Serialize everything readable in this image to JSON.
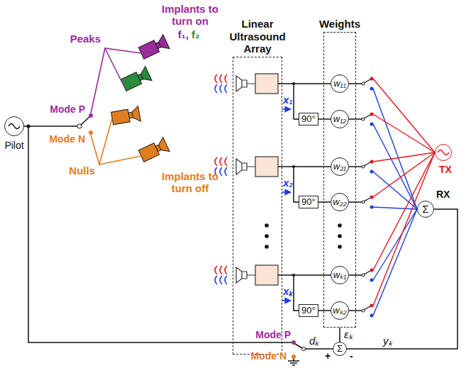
{
  "diagram": {
    "nodes": [
      {
        "text": [
          "Linear Ultrasound Array"
        ]
      },
      {
        "text": [
          "Weights"
        ]
      },
      {
        "text": [
          "w₁₁"
        ],
        "in": 1
      },
      {
        "text": [
          "w₁₂"
        ],
        "in": 1
      },
      {
        "text": [
          "w₂₁"
        ],
        "in": 1
      },
      {
        "text": [
          "w₂₂"
        ],
        "in": 1
      },
      {
        "text": [
          "wₖ₁"
        ],
        "in": 1
      },
      {
        "text": [
          "wₖ₂"
        ],
        "in": 1
      },
      {
        "text": [
          "90°"
        ]
      },
      {
        "text": [
          "90°"
        ]
      },
      {
        "text": [
          "90°"
        ]
      },
      {
        "text": [
          "TX"
        ]
      },
      {
        "text": [
          "Σ",
          "RX"
        ]
      },
      {
        "text": [
          "Σ"
        ]
      },
      {
        "text": [
          "Pilot"
        ]
      }
    ],
    "edges": [
      {
        "from": 8,
        "to": 3,
        "arrow": "none"
      },
      {
        "from": 9,
        "to": 5,
        "arrow": "none"
      },
      {
        "from": 10,
        "to": 7,
        "arrow": "none"
      },
      {
        "from": 12,
        "to": 13,
        "label": "yₖ",
        "arrow": "none"
      },
      {
        "from": 13,
        "to": 1,
        "label": "εₖ",
        "arrow": "none"
      }
    ],
    "labels": [
      "Implants to turn on",
      "f₁,",
      "f₂",
      "Peaks",
      "Mode P",
      "Mode N",
      "Nulls",
      "Implants to turn off",
      "x₁",
      "x₂",
      "xₖ",
      "Mode P",
      "Mode N",
      "dₖ",
      "+",
      "-"
    ]
  }
}
